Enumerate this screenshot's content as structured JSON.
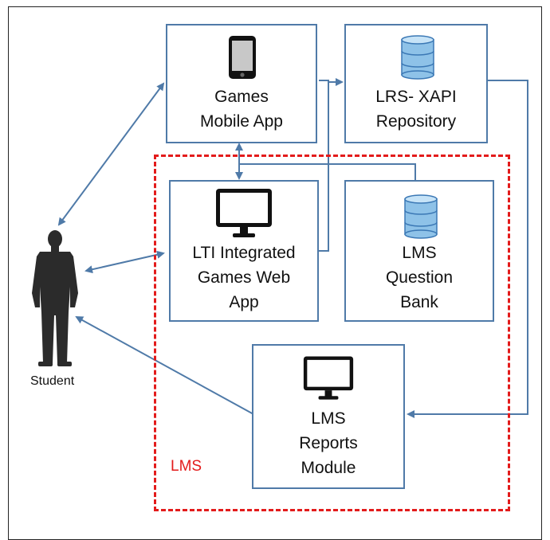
{
  "diagram": {
    "nodes": {
      "mobile_app": {
        "label": "Games\nMobile App",
        "icon": "tablet-icon"
      },
      "lrs": {
        "label": "LRS- XAPI\nRepository",
        "icon": "database-icon"
      },
      "lti_app": {
        "label": "LTI Integrated\nGames Web\nApp",
        "icon": "monitor-icon"
      },
      "question_bank": {
        "label": "LMS\nQuestion\nBank",
        "icon": "database-icon"
      },
      "reports": {
        "label": "LMS\nReports\nModule",
        "icon": "monitor-icon"
      }
    },
    "region_label": "LMS",
    "actor_label": "Student",
    "colors": {
      "box_border": "#4f7aa8",
      "arrow": "#4f7aa8",
      "region": "#e31b1b"
    }
  }
}
